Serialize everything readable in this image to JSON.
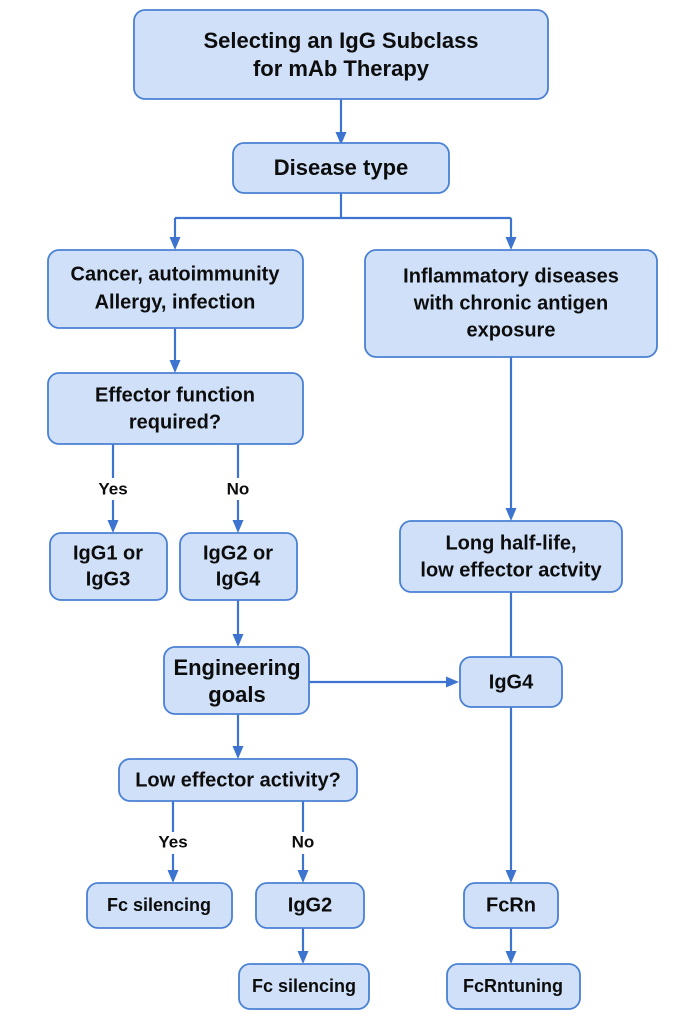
{
  "diagram": {
    "title": "Selecting an IgG Subclass for mAb Therapy",
    "type": "flowchart",
    "colors": {
      "node_fill": "#cfe0f8",
      "node_border": "#4a80d4",
      "edge": "#3d74d0",
      "text": "#0d0d0d",
      "background": "#ffffff"
    },
    "nodes": [
      {
        "id": "title",
        "lines": [
          "Selecting an IgG Subclass",
          "for mAb Therapy"
        ]
      },
      {
        "id": "disease",
        "lines": [
          "Disease type"
        ]
      },
      {
        "id": "cancer",
        "lines": [
          "Cancer, autoimmunity",
          "Allergy, infection"
        ]
      },
      {
        "id": "inflammatory",
        "lines": [
          "Inflammatory diseases",
          "with chronic antigen",
          "exposure"
        ]
      },
      {
        "id": "effector",
        "lines": [
          "Effector function",
          "required?"
        ]
      },
      {
        "id": "igg1or3",
        "lines": [
          "IgG1 or",
          "IgG3"
        ]
      },
      {
        "id": "igg2or4",
        "lines": [
          "IgG2 or",
          "IgG4"
        ]
      },
      {
        "id": "longhalf",
        "lines": [
          "Long half-life,",
          "low effector actvity"
        ]
      },
      {
        "id": "engineering",
        "lines": [
          "Engineering",
          "goals"
        ]
      },
      {
        "id": "igg4",
        "lines": [
          "IgG4"
        ]
      },
      {
        "id": "loweffector",
        "lines": [
          "Low effector activity?"
        ]
      },
      {
        "id": "fcsilence1",
        "lines": [
          "Fc silencing"
        ]
      },
      {
        "id": "igg2",
        "lines": [
          "IgG2"
        ]
      },
      {
        "id": "fcsilence2",
        "lines": [
          "Fc silencing"
        ]
      },
      {
        "id": "fcrn",
        "lines": [
          "FcRn"
        ]
      },
      {
        "id": "fcrntuning",
        "lines": [
          "FcRntuning"
        ]
      }
    ],
    "edge_labels": {
      "effector_yes": "Yes",
      "effector_no": "No",
      "loweffector_yes": "Yes",
      "loweffector_no": "No"
    }
  }
}
